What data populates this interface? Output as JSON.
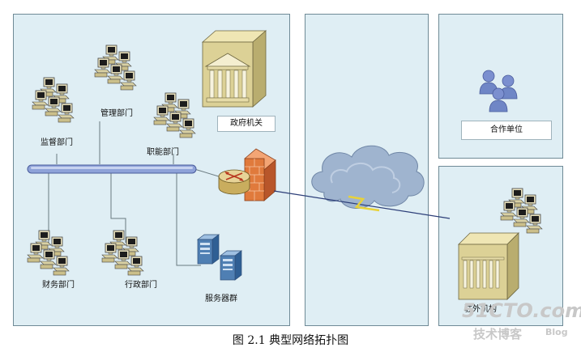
{
  "labels": {
    "supervision": "监督部门",
    "management": "管理部门",
    "government": "政府机关",
    "function": "职能部门",
    "finance": "财务部门",
    "admin": "行政部门",
    "servers": "服务器群",
    "partner": "合作单位",
    "branch": "驻外机构"
  },
  "caption": "图 2.1 典型网络拓扑图",
  "watermark": {
    "site": "51CTO.com",
    "blog_cn": "技术博客",
    "blog_en": "Blog"
  },
  "colors": {
    "panel_bg": "#dfeef4",
    "panel_border": "#6f8a96",
    "backbone": "#6f86c6",
    "wan_line": "#2c3e78",
    "firewall": "#e07a3c",
    "router": "#d8c07a",
    "cloud": "#8ea6c4",
    "lightning": "#e8d23a",
    "building": "#d9cf95",
    "people": "#6f86c6",
    "server": "#4f7fb3"
  },
  "icons": [
    "computer-cluster-icon",
    "government-building-icon",
    "firewall-icon",
    "router-icon",
    "cloud-icon",
    "lightning-icon",
    "server-rack-icon",
    "people-group-icon",
    "branch-building-icon"
  ]
}
